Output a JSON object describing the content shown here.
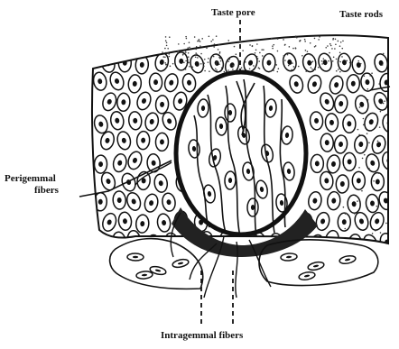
{
  "labels": {
    "taste_pore": "Taste pore",
    "taste_rods": "Taste rods",
    "perigemmal_line1": "Perigemmal",
    "perigemmal_line2": "fibers",
    "intragemmal": "Intragemmal fibers"
  },
  "colors": {
    "ink": "#111111",
    "paper": "#ffffff",
    "stipple": "#3a3a3a"
  }
}
